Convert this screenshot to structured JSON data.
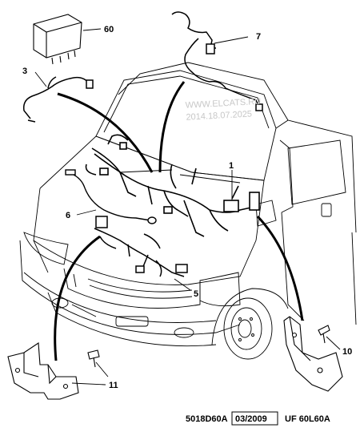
{
  "watermark": {
    "site": "WWW.ELCATS.RU",
    "date": "2014.18.07.2025"
  },
  "callouts": [
    {
      "id": "60",
      "label": "60"
    },
    {
      "id": "7",
      "label": "7"
    },
    {
      "id": "3",
      "label": "3"
    },
    {
      "id": "1",
      "label": "1"
    },
    {
      "id": "6",
      "label": "6"
    },
    {
      "id": "5",
      "label": "5"
    },
    {
      "id": "10",
      "label": "10"
    },
    {
      "id": "11",
      "label": "11"
    }
  ],
  "footer": {
    "code": "5018D60A",
    "date": "03/2009",
    "ref": "UF 60L60A"
  }
}
